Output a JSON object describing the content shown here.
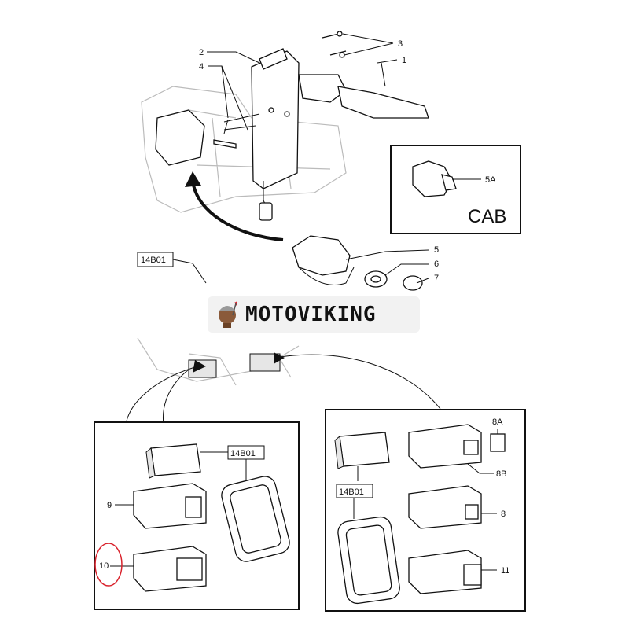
{
  "brand": {
    "name": "MOTOVIKING",
    "accent": "#c0392b"
  },
  "callouts": {
    "c1": "1",
    "c2": "2",
    "c3": "3",
    "c4": "4",
    "c5": "5",
    "c6": "6",
    "c7": "7",
    "c5a": "5A",
    "cab": "CAB",
    "c14b01_top": "14B01",
    "c14b01_left": "14B01",
    "c14b01_right": "14B01",
    "c9": "9",
    "c10": "10",
    "c8a": "8A",
    "c8b": "8B",
    "c8": "8",
    "c11": "11"
  },
  "highlight_color": "#d9232d"
}
